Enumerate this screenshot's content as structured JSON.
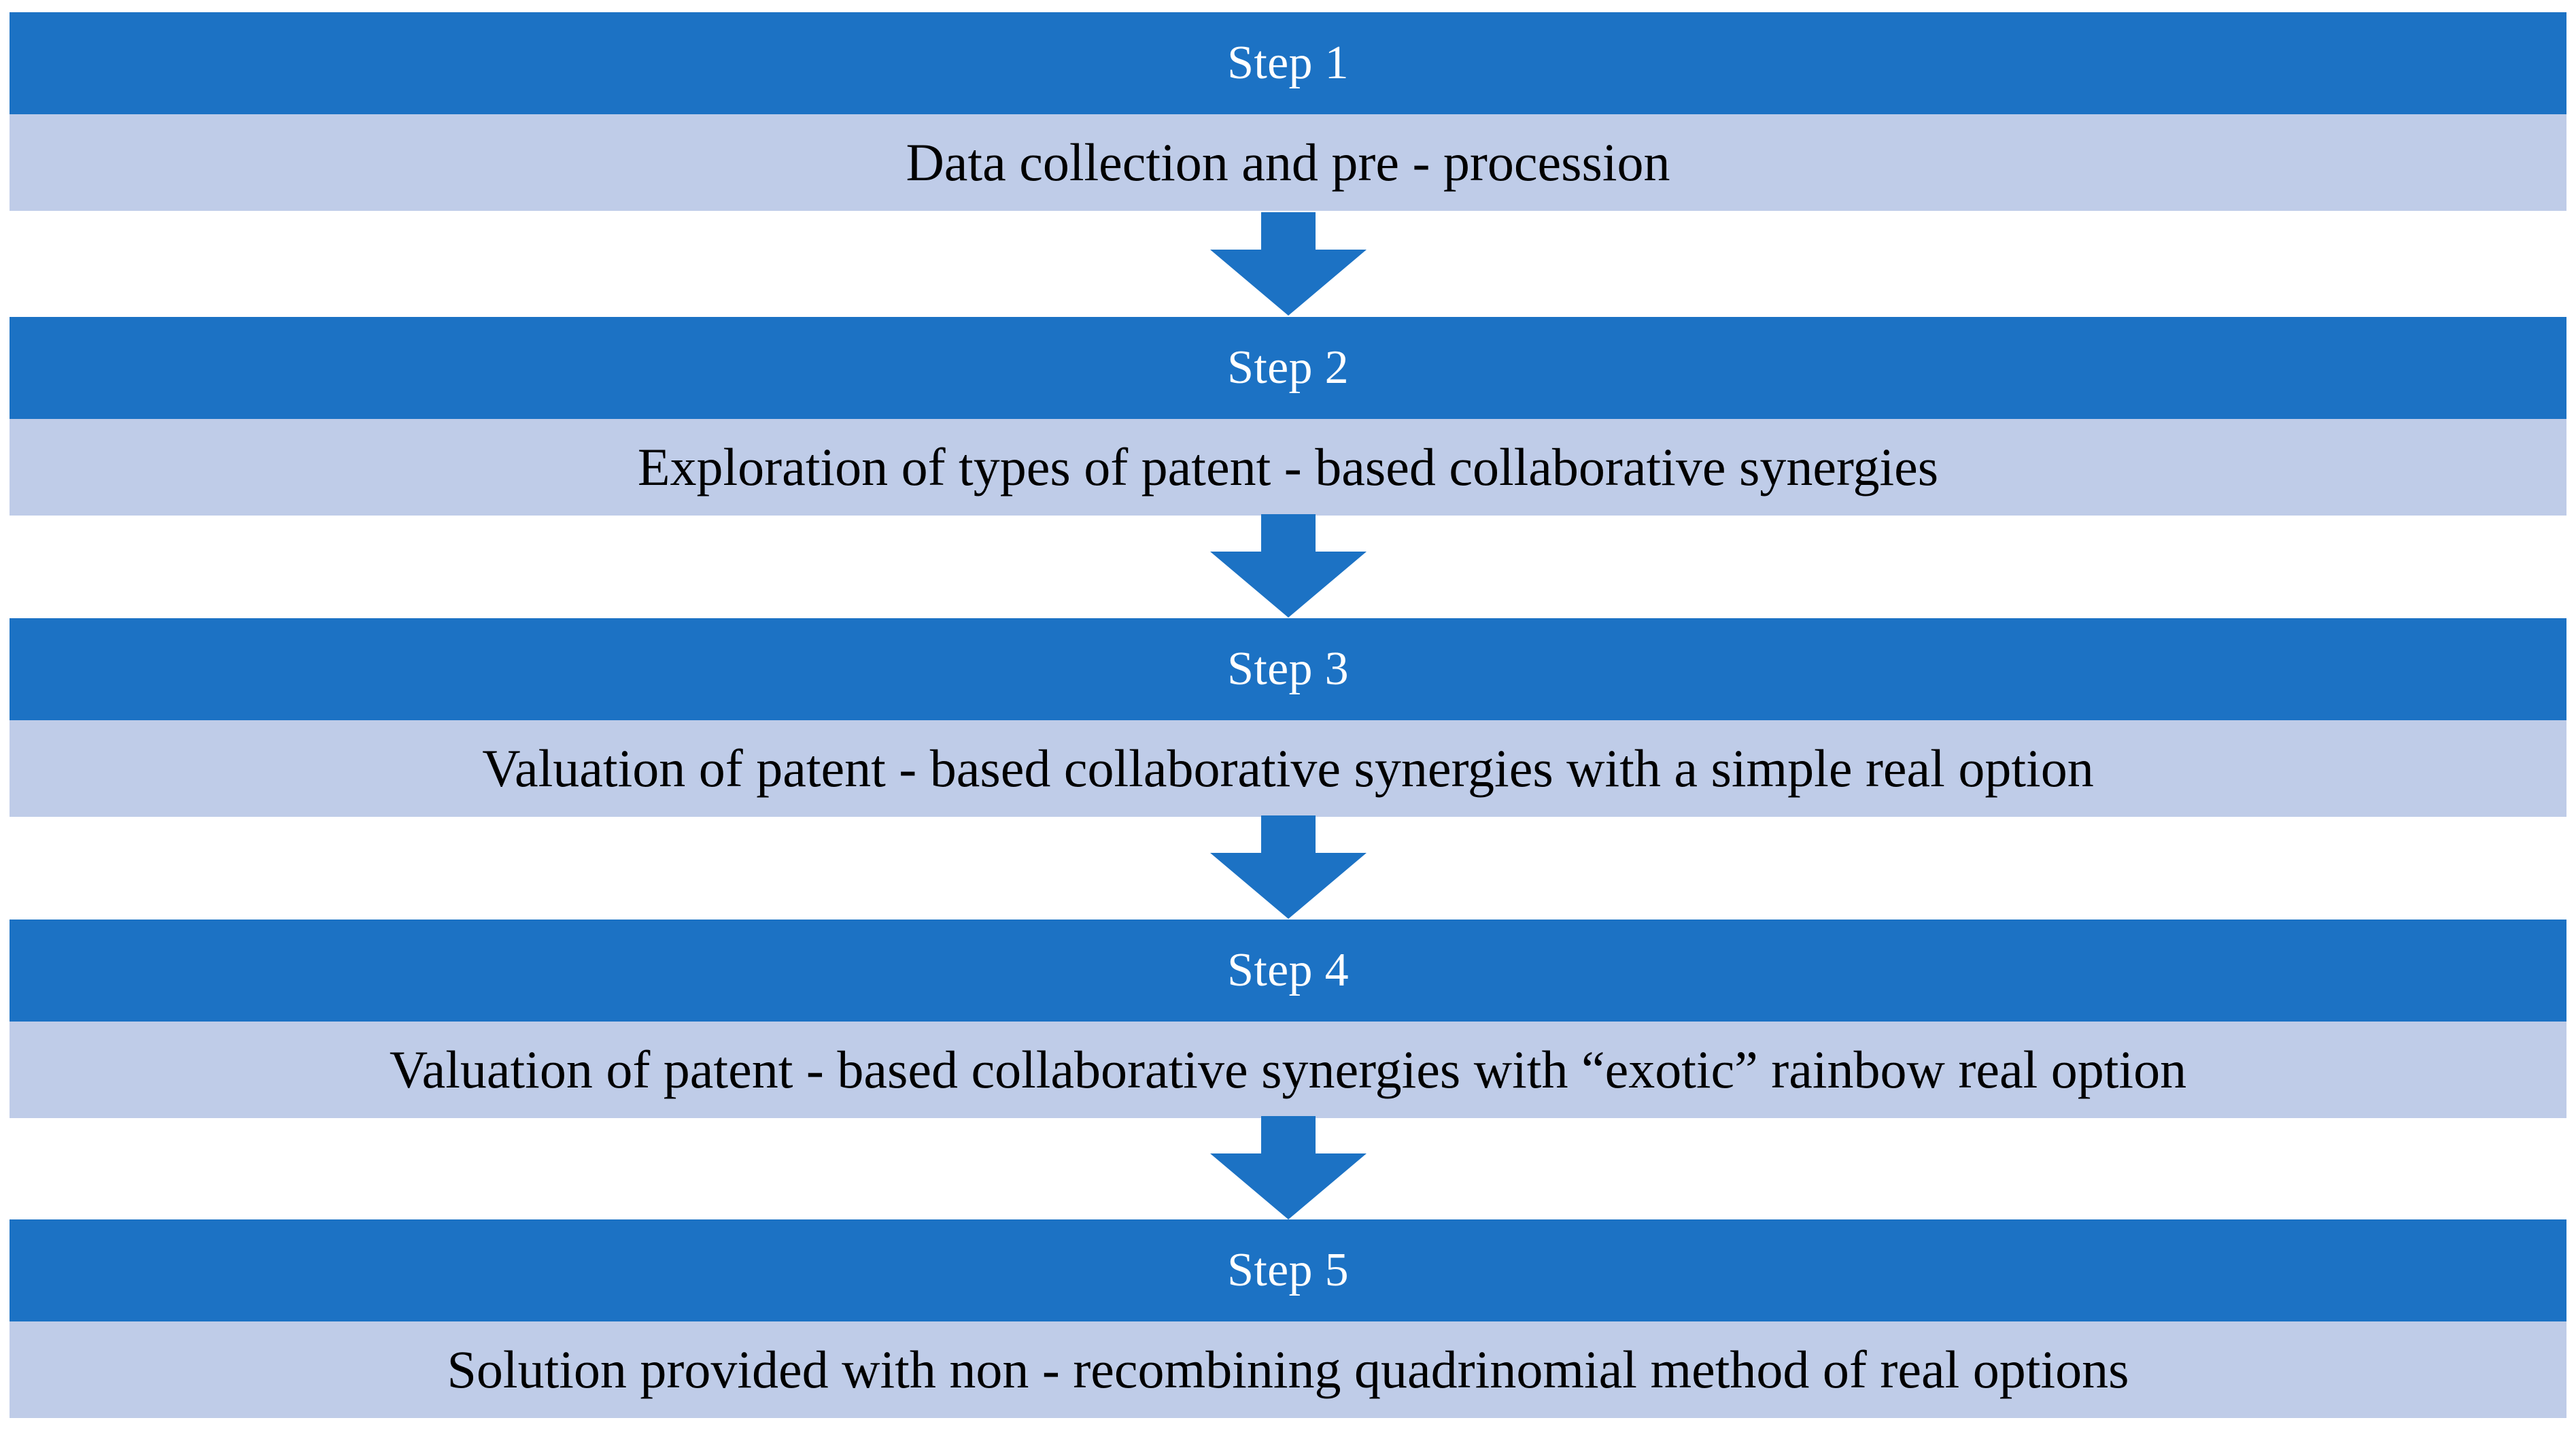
{
  "diagram": {
    "title": "Research methodology five-step flowchart",
    "type": "vertical-flowchart",
    "orientation": "top-to-bottom",
    "colors": {
      "header_fill": "#1C72C4",
      "body_fill": "#BFCCE8",
      "header_text": "#FFFFFF",
      "body_text": "#000000",
      "arrow_fill": "#1C72C4",
      "background": "#FFFFFF"
    },
    "steps": [
      {
        "header": "Step 1",
        "body": "Data collection and pre  - procession"
      },
      {
        "header": "Step 2",
        "body": "Exploration of types of patent  - based collaborative synergies"
      },
      {
        "header": "Step 3",
        "body": "Valuation of patent  - based collaborative synergies with a simple real option"
      },
      {
        "header": "Step 4",
        "body": "Valuation of patent  - based collaborative synergies with “exotic” rainbow real option"
      },
      {
        "header": "Step 5",
        "body": "Solution provided  with non  - recombining  quadrinomial method of real options"
      }
    ],
    "connectors": [
      {
        "from": "Step 1",
        "to": "Step 2",
        "icon": "down-arrow-icon"
      },
      {
        "from": "Step 2",
        "to": "Step 3",
        "icon": "down-arrow-icon"
      },
      {
        "from": "Step 3",
        "to": "Step 4",
        "icon": "down-arrow-icon"
      },
      {
        "from": "Step 4",
        "to": "Step 5",
        "icon": "down-arrow-icon"
      }
    ]
  }
}
